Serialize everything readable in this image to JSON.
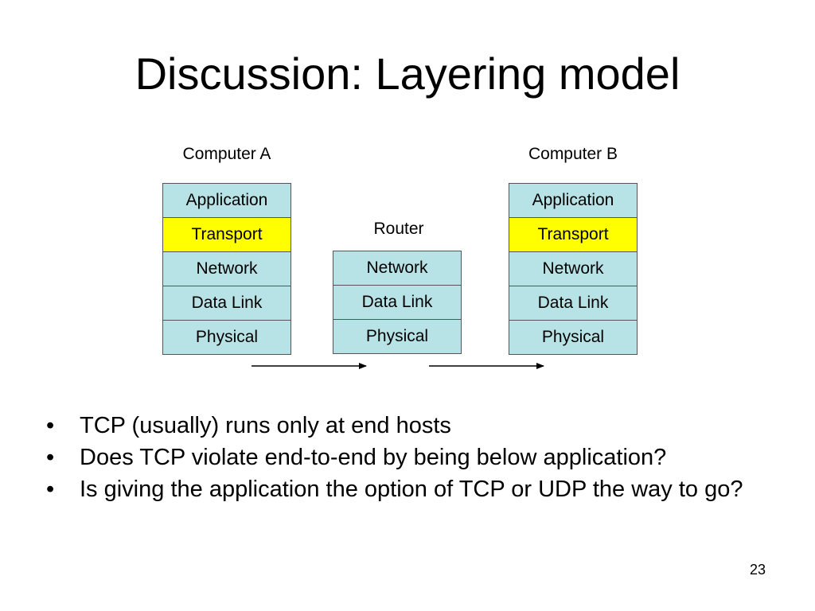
{
  "slide": {
    "title": "Discussion: Layering model",
    "page_number": "23"
  },
  "diagram": {
    "computer_a": {
      "label": "Computer A",
      "layers": [
        "Application",
        "Transport",
        "Network",
        "Data Link",
        "Physical"
      ]
    },
    "router": {
      "label": "Router",
      "layers": [
        "Network",
        "Data Link",
        "Physical"
      ]
    },
    "computer_b": {
      "label": "Computer B",
      "layers": [
        "Application",
        "Transport",
        "Network",
        "Data Link",
        "Physical"
      ]
    },
    "highlight_layer": "Transport",
    "colors": {
      "layer_fill": "#b8e3e6",
      "highlight_fill": "#ffff00",
      "border": "#555555"
    }
  },
  "bullets": {
    "marker": "•",
    "items": [
      "TCP (usually) runs only at end hosts",
      "Does TCP violate end-to-end by being below application?",
      "Is giving the application the option of TCP or UDP the way to go?"
    ]
  }
}
